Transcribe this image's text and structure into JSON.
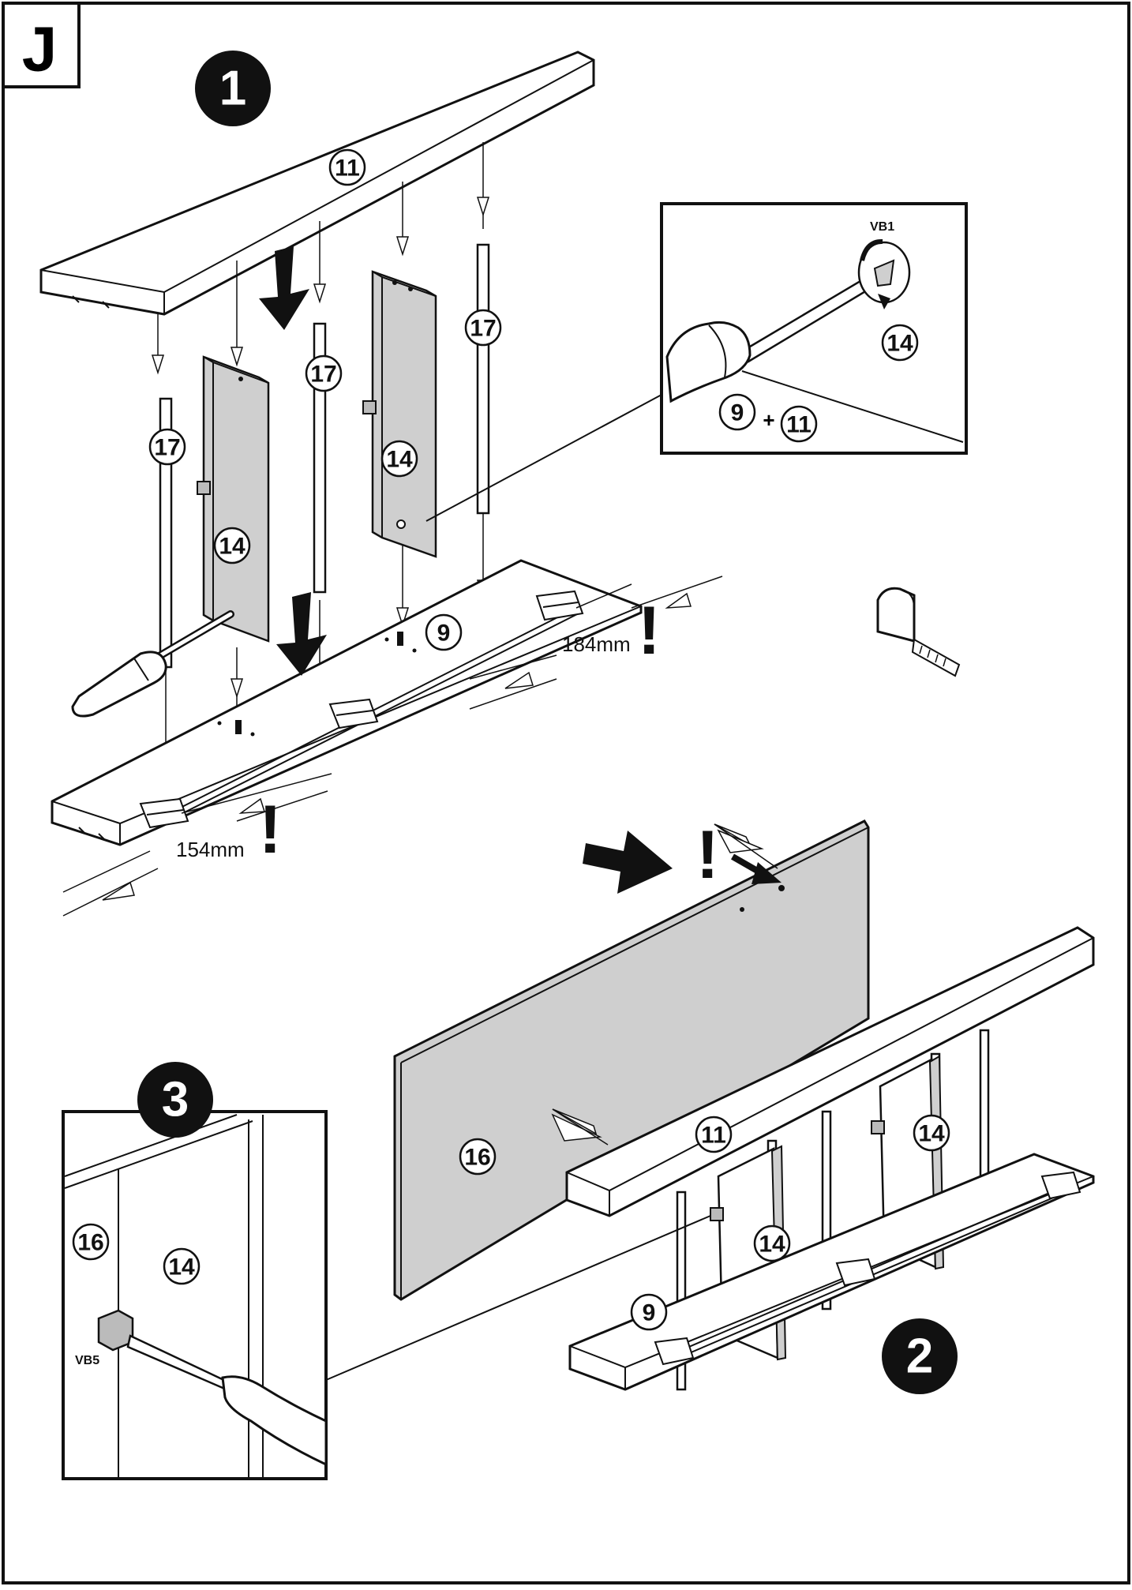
{
  "corner_letter": "J",
  "steps": {
    "one": "1",
    "two": "2",
    "three": "3"
  },
  "parts": {
    "p9": "9",
    "p11": "11",
    "p14": "14",
    "p16": "16",
    "p17": "17"
  },
  "measurements": {
    "m184": "184mm",
    "m154": "154mm"
  },
  "fittings": {
    "vb1": "VB1",
    "vb5": "VB5"
  },
  "combo_plus": "+",
  "warning_mark": "!",
  "colors": {
    "panel_fill": "#cfcfcf",
    "line": "#111111",
    "background": "#ffffff"
  },
  "icons": [
    "screwdriver-icon",
    "tape-measure-icon",
    "arrow-down-icon",
    "arrow-right-icon",
    "warning-icon",
    "rotate-arrow-icon"
  ]
}
